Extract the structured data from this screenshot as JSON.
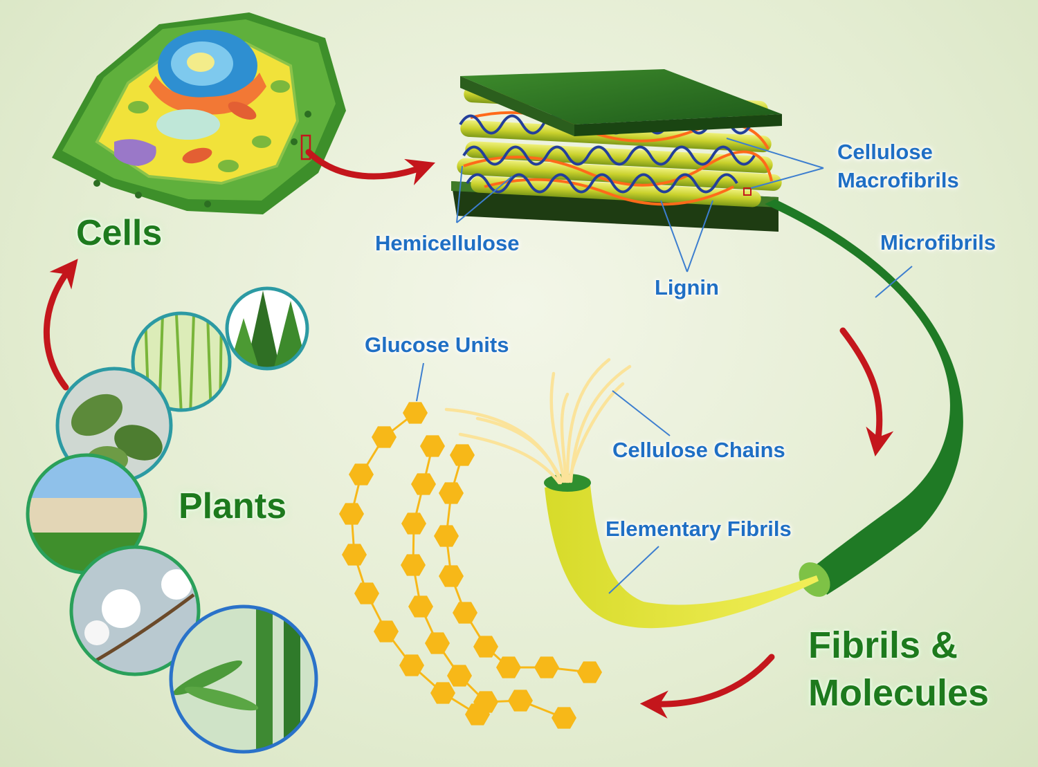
{
  "stages": {
    "cells": "Cells",
    "plants": "Plants",
    "fibrils_line1": "Fibrils &",
    "fibrils_line2": "Molecules"
  },
  "labels": {
    "hemicellulose": "Hemicellulose",
    "cellulose_macrofibrils_line1": "Cellulose",
    "cellulose_macrofibrils_line2": "Macrofibrils",
    "microfibrils": "Microfibrils",
    "lignin": "Lignin",
    "glucose_units": "Glucose Units",
    "cellulose_chains": "Cellulose Chains",
    "elementary_fibrils": "Elementary Fibrils"
  },
  "colors": {
    "stage_text": "#1d7a1d",
    "label_text": "#1f6fc4",
    "arrow": "#c4161c",
    "glucose_hexagon": "#f7b818",
    "fibril_dark": "#1f7a25",
    "fibril_light": "#d9d625"
  }
}
